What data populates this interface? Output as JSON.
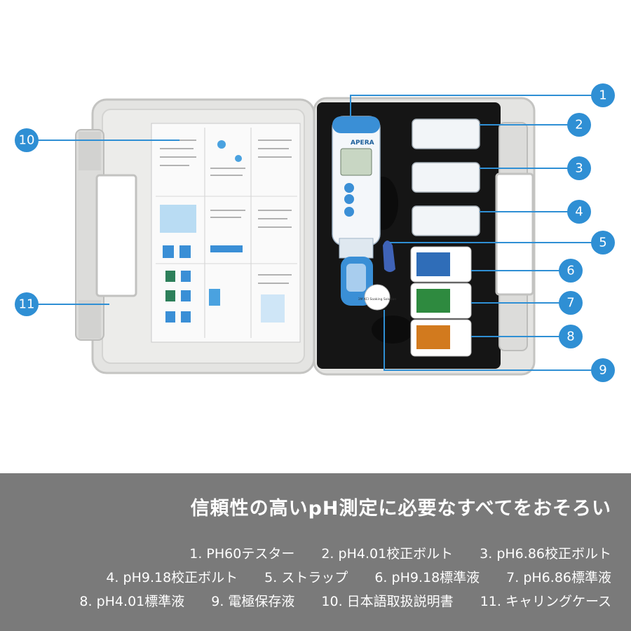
{
  "callouts": [
    "1",
    "2",
    "3",
    "4",
    "5",
    "6",
    "7",
    "8",
    "9",
    "10",
    "11"
  ],
  "colors": {
    "callout": "#2f8fd4",
    "band": "#7a7a7a",
    "case": "#e6e6e4",
    "foam": "#141414",
    "meter": "#3a8fd6"
  },
  "headline": "信頼性の高いpH測定に必要なすべてをおそろい",
  "items": [
    "1. PH60テスター",
    "2. pH4.01校正ボルト",
    "3. pH6.86校正ボルト",
    "4. pH9.18校正ボルト",
    "5. ストラップ",
    "6. pH9.18標準液",
    "7. pH6.86標準液",
    "8. pH4.01標準液",
    "9. 電極保存液",
    "10. 日本語取扱説明書",
    "11. キャリングケース"
  ],
  "meter_brand": "APERA",
  "storage_label": "3M KCl Soaking Solution"
}
